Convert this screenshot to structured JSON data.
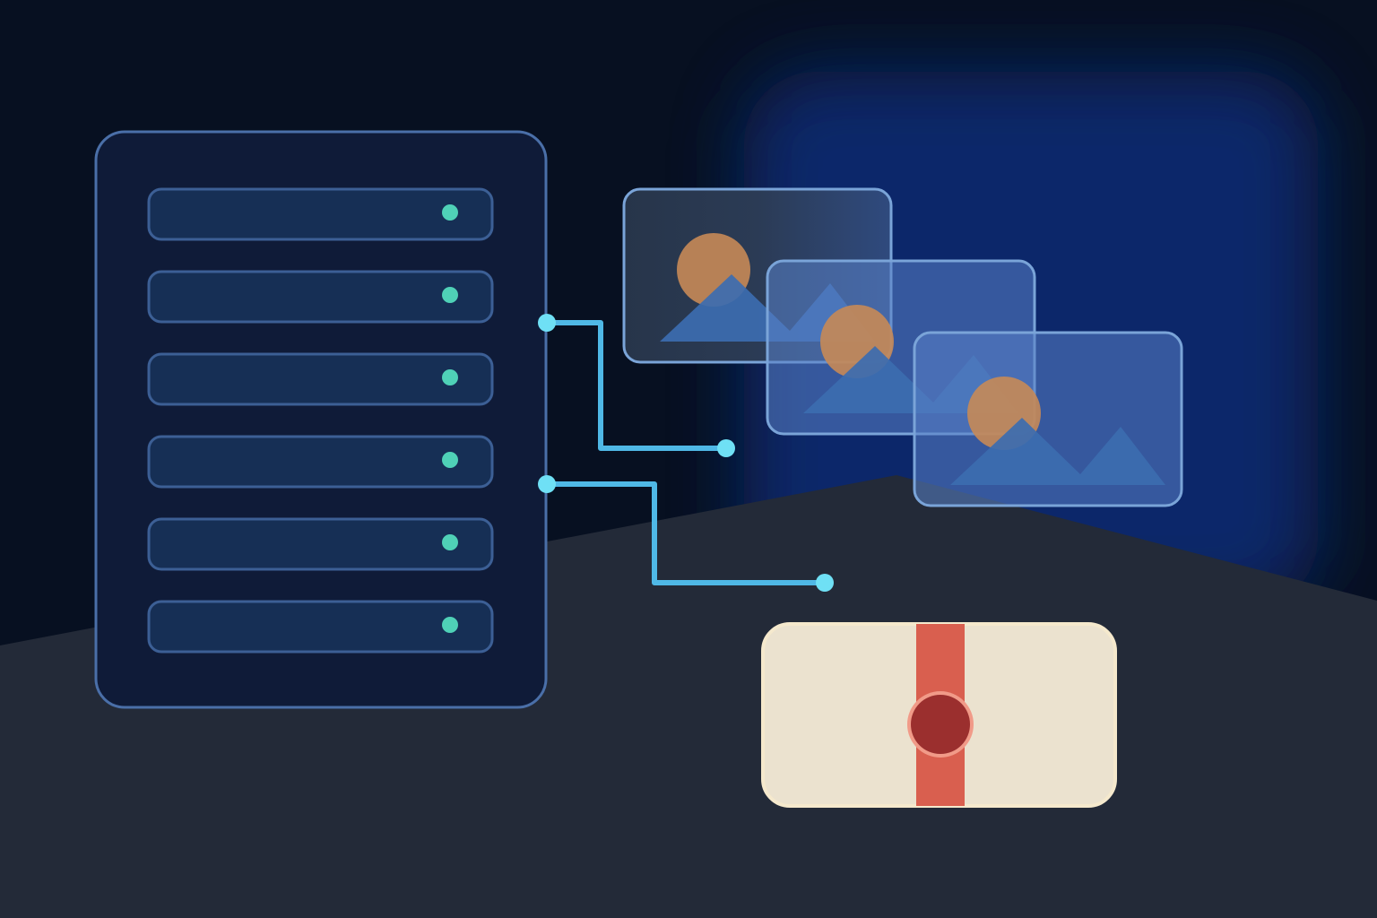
{
  "colors": {
    "background_top": "#071021",
    "background_floor": "#232a38",
    "glow": "#0d2d78",
    "server_body": "#0f1b38",
    "server_border": "#4a6fa8",
    "slot_fill": "#162f55",
    "slot_border": "#3c5f95",
    "status_led": "#4fd1b7",
    "connector": "#4fb8e6",
    "connector_node": "#6fe0f5",
    "image_card_fill": "#5a82c8",
    "image_card_border": "#7aa4d8",
    "sun": "#c68a57",
    "mountain": "#3c6db0",
    "ticket_fill": "#ebe2cf",
    "ticket_border": "#f5e9cd",
    "ticket_band": "#d95f4f",
    "seal": "#9b2f2e",
    "seal_ring": "#f19a88"
  },
  "illustration": {
    "server": {
      "icon": "server-rack-icon",
      "slots": [
        {
          "status": "online"
        },
        {
          "status": "online"
        },
        {
          "status": "online"
        },
        {
          "status": "online"
        },
        {
          "status": "online"
        },
        {
          "status": "online"
        }
      ]
    },
    "image_cards": [
      {
        "icon": "image-icon"
      },
      {
        "icon": "image-icon"
      },
      {
        "icon": "image-icon"
      }
    ],
    "ticket": {
      "icon": "sealed-ticket-icon"
    },
    "connectors": [
      {
        "icon": "connector-line"
      },
      {
        "icon": "connector-line"
      }
    ]
  }
}
